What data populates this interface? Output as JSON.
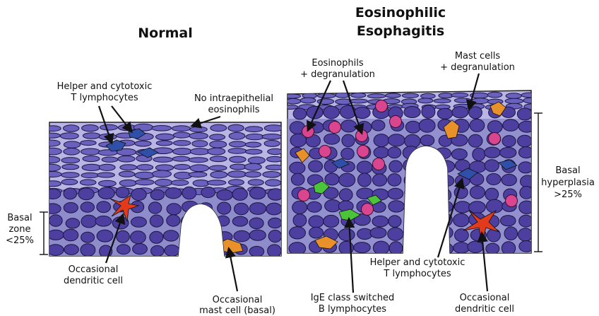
{
  "titles": {
    "normal": "Normal",
    "eoe_line1": "Eosinophilic",
    "eoe_line2": "Esophagitis"
  },
  "normal_labels": {
    "t_cells_line1": "Helper and cytotoxic",
    "t_cells_line2": "T lymphocytes",
    "no_eos_line1": "No intraepithelial",
    "no_eos_line2": "eosinophils",
    "basal_line1": "Basal",
    "basal_line2": "zone",
    "basal_line3": "<25%",
    "dendritic_line1": "Occasional",
    "dendritic_line2": "dendritic cell",
    "mast_line1": "Occasional",
    "mast_line2": "mast cell (basal)"
  },
  "eoe_labels": {
    "eos_line1": "Eosinophils",
    "eos_line2": "+ degranulation",
    "mast_line1": "Mast cells",
    "mast_line2": "+ degranulation",
    "basal_line1": "Basal",
    "basal_line2": "hyperplasia",
    "basal_line3": ">25%",
    "t_cells_line1": "Helper and cytotoxic",
    "t_cells_line2": "T lymphocytes",
    "ige_line1": "IgE class switched",
    "ige_line2": "B lymphocytes",
    "dendritic_line1": "Occasional",
    "dendritic_line2": "dendritic cell"
  },
  "colors": {
    "tissue_light": "#b9b6e6",
    "tissue_mid": "#8f8ccc",
    "nucleus": "#4d3fa0",
    "eosinophil": "#d9458f",
    "mast_cell": "#e8912a",
    "dendritic_cell": "#e23a1a",
    "t_lymphocyte": "#2f4fa8",
    "b_lymphocyte": "#4cc43a"
  }
}
